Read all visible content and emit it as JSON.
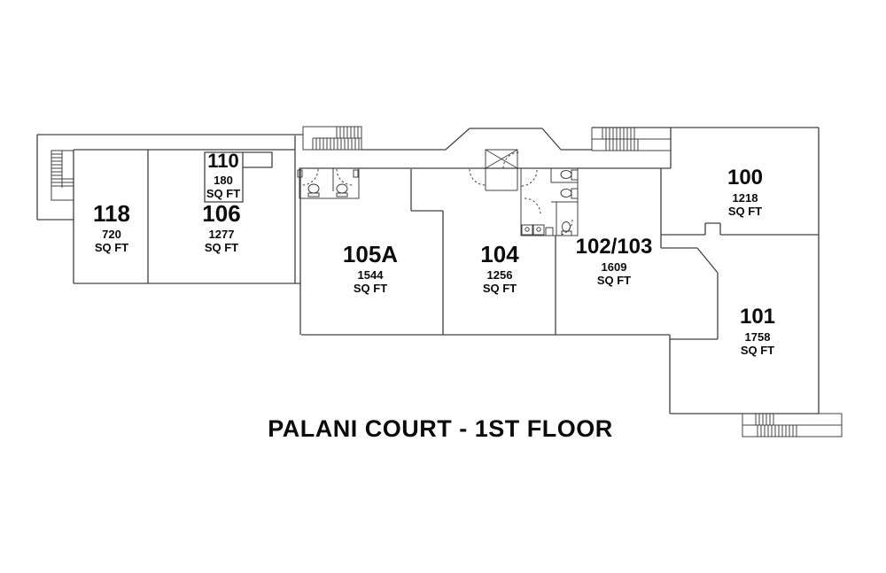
{
  "title": "PALANI COURT - 1ST FLOOR",
  "rooms": [
    {
      "id": "118",
      "area": "720",
      "unit": "SQ FT"
    },
    {
      "id": "106",
      "area": "1277",
      "unit": "SQ FT"
    },
    {
      "id": "110",
      "area": "180",
      "unit": "SQ FT"
    },
    {
      "id": "105A",
      "area": "1544",
      "unit": "SQ FT"
    },
    {
      "id": "104",
      "area": "1256",
      "unit": "SQ FT"
    },
    {
      "id": "102/103",
      "area": "1609",
      "unit": "SQ FT"
    },
    {
      "id": "100",
      "area": "1218",
      "unit": "SQ FT"
    },
    {
      "id": "101",
      "area": "1758",
      "unit": "SQ FT"
    }
  ],
  "features": {
    "stairways": [
      "stairway-west",
      "stairway-north",
      "stairway-northeast",
      "stairway-southeast"
    ],
    "elevator": "elevator-shaft",
    "restrooms": [
      "restroom-west",
      "restroom-central"
    ]
  },
  "colors": {
    "background": "#ffffff",
    "line": "#404040",
    "text": "#000000"
  }
}
